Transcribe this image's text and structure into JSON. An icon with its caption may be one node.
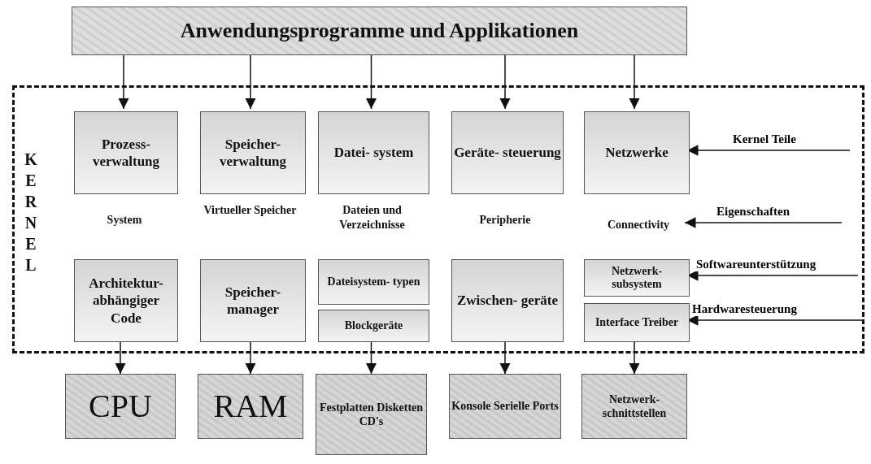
{
  "diagram": {
    "nodes": [
      {
        "text": [
          "Anwendungsprogramme und Applikationen"
        ]
      },
      {
        "text": [
          "KERNEL"
        ]
      },
      {
        "text": [
          "Prozess- verwaltung"
        ],
        "in": 1
      },
      {
        "text": [
          "Speicher- verwaltung"
        ],
        "in": 1
      },
      {
        "text": [
          "Datei- system"
        ],
        "in": 1
      },
      {
        "text": [
          "Geräte- steuerung"
        ],
        "in": 1
      },
      {
        "text": [
          "Netzwerke"
        ],
        "in": 1
      },
      {
        "text": [
          "Connectivity"
        ],
        "in": 1
      },
      {
        "text": [
          "Architektur- abhängiger Code"
        ],
        "in": 1
      },
      {
        "text": [
          "Speicher- manager"
        ],
        "in": 1
      },
      {
        "text": [
          "Dateisystem- typen"
        ],
        "in": 1
      },
      {
        "text": [
          "Blockgeräte"
        ],
        "in": 1
      },
      {
        "text": [
          "Zwischen- geräte"
        ],
        "in": 1
      },
      {
        "text": [
          "Netzwerk- subsystem"
        ],
        "in": 1
      },
      {
        "text": [
          "Interface Treiber"
        ],
        "in": 1
      },
      {
        "text": [
          "CPU"
        ]
      },
      {
        "text": [
          "RAM"
        ]
      },
      {
        "text": [
          "Festplatten Disketten CD's"
        ]
      },
      {
        "text": [
          "Konsole Serielle Ports"
        ]
      },
      {
        "text": [
          "Netzwerk- schnittstellen"
        ]
      }
    ],
    "edges": [
      {
        "from": 0,
        "to": 2,
        "arrow": "to"
      },
      {
        "from": 0,
        "to": 3,
        "arrow": "to"
      },
      {
        "from": 0,
        "to": 4,
        "arrow": "to"
      },
      {
        "from": 0,
        "to": 5,
        "arrow": "to"
      },
      {
        "from": 0,
        "to": 6,
        "arrow": "to"
      },
      {
        "from": null,
        "to": 6,
        "arrow": "to",
        "label": "Kernel Teile"
      },
      {
        "from": null,
        "to": 7,
        "arrow": "to",
        "label": "Eigenschaften"
      },
      {
        "from": null,
        "to": 13,
        "arrow": "to",
        "label": "Softwareunterstützung"
      },
      {
        "from": null,
        "to": 14,
        "arrow": "to",
        "label": "Hardwaresteuerung"
      },
      {
        "from": 8,
        "to": 15,
        "arrow": "to"
      },
      {
        "from": 9,
        "to": 16,
        "arrow": "to"
      },
      {
        "from": 11,
        "to": 17,
        "arrow": "to"
      },
      {
        "from": 12,
        "to": 18,
        "arrow": "to"
      },
      {
        "from": 14,
        "to": 19,
        "arrow": "to"
      }
    ],
    "labels": [
      "System",
      "Virtueller Speicher",
      "Dateien und Verzeichnisse",
      "Peripherie"
    ]
  }
}
